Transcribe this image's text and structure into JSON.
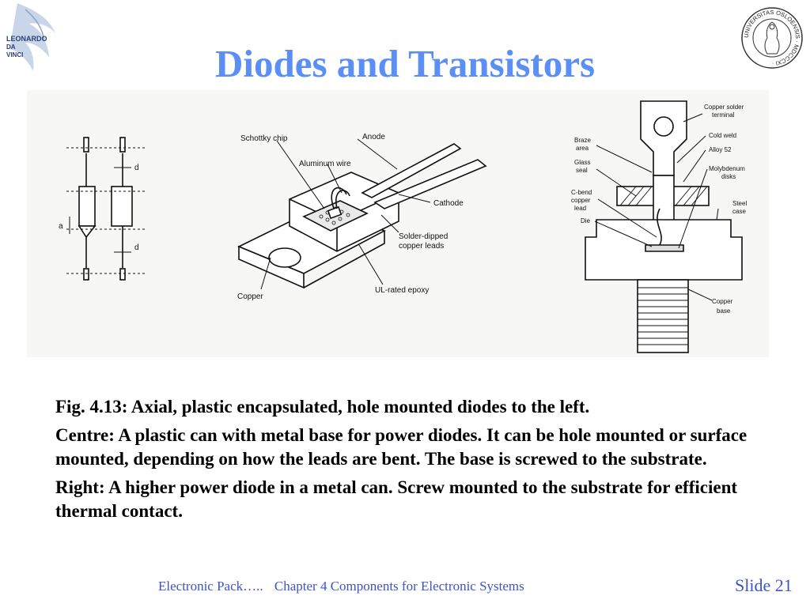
{
  "slide": {
    "title": "Diodes and Transistors"
  },
  "logos": {
    "left": {
      "icon": "leonardo-da-vinci-logo-icon",
      "lines": [
        "LEONARDO",
        "DA",
        "VINCI"
      ]
    },
    "right": {
      "icon": "university-of-oslo-seal-icon",
      "text": "UNIVERSITAS OSLOENSIS · MDCCCXI ·"
    }
  },
  "figure": {
    "left": {
      "labels": [
        "d",
        "a",
        "d"
      ]
    },
    "centre": {
      "labels": [
        "Schottky chip",
        "Anode",
        "Aluminum wire",
        "Cathode",
        "Solder-dipped",
        "copper leads",
        "Copper",
        "UL-rated epoxy"
      ]
    },
    "right": {
      "labels": [
        "Copper solder",
        "terminal",
        "Braze",
        "area",
        "Cold weld",
        "Glass",
        "seal",
        "Alloy 52",
        "Molybdenum",
        "disks",
        "C-bend",
        "copper",
        "lead",
        "Steel",
        "case",
        "Die",
        "Copper",
        "base"
      ]
    }
  },
  "caption": {
    "p1": "Fig. 4.13: Axial, plastic encapsulated, hole mounted diodes to the left.",
    "p2": "Centre: A plastic can with metal base for power diodes. It can be hole mounted or surface mounted, depending on how the leads are bent. The base is screwed to the substrate.",
    "p3": "Right: A higher power diode in a metal can. Screw mounted to the substrate for efficient thermal contact."
  },
  "footer": {
    "left": "Electronic Pack…..",
    "middle": "Chapter 4 Components for Electronic Systems",
    "slide_number": "Slide 21"
  },
  "colors": {
    "title": "#5b8ff5",
    "footer": "#3b54c9"
  }
}
